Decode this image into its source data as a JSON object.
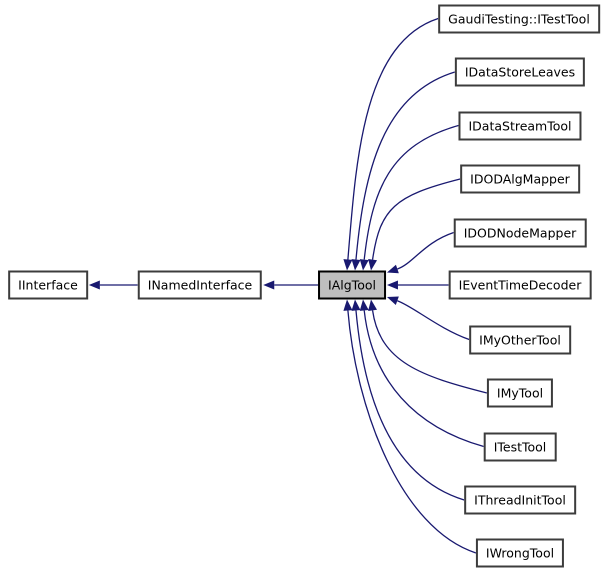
{
  "diagram": {
    "kind": "class-inheritance-graph",
    "arrow_semantics": "arrow points from derived class to base class",
    "colors": {
      "background": "#ffffff",
      "edge": "#191970",
      "node_fill": "#ffffff",
      "node_border": "#3c3c3c",
      "highlight_fill": "#bfbfbf",
      "highlight_border": "#000000",
      "text": "#000000"
    },
    "nodes": [
      {
        "id": "IInterface",
        "label": "IInterface",
        "highlighted": false
      },
      {
        "id": "INamedInterface",
        "label": "INamedInterface",
        "highlighted": false
      },
      {
        "id": "IAlgTool",
        "label": "IAlgTool",
        "highlighted": true
      },
      {
        "id": "GaudiTestingITestTool",
        "label": "GaudiTesting::ITestTool",
        "highlighted": false
      },
      {
        "id": "IDataStoreLeaves",
        "label": "IDataStoreLeaves",
        "highlighted": false
      },
      {
        "id": "IDataStreamTool",
        "label": "IDataStreamTool",
        "highlighted": false
      },
      {
        "id": "IDODAlgMapper",
        "label": "IDODAlgMapper",
        "highlighted": false
      },
      {
        "id": "IDODNodeMapper",
        "label": "IDODNodeMapper",
        "highlighted": false
      },
      {
        "id": "IEventTimeDecoder",
        "label": "IEventTimeDecoder",
        "highlighted": false
      },
      {
        "id": "IMyOtherTool",
        "label": "IMyOtherTool",
        "highlighted": false
      },
      {
        "id": "IMyTool",
        "label": "IMyTool",
        "highlighted": false
      },
      {
        "id": "ITestTool",
        "label": "ITestTool",
        "highlighted": false
      },
      {
        "id": "IThreadInitTool",
        "label": "IThreadInitTool",
        "highlighted": false
      },
      {
        "id": "IWrongTool",
        "label": "IWrongTool",
        "highlighted": false
      }
    ],
    "edges": [
      {
        "from": "INamedInterface",
        "to": "IInterface"
      },
      {
        "from": "IAlgTool",
        "to": "INamedInterface"
      },
      {
        "from": "GaudiTestingITestTool",
        "to": "IAlgTool"
      },
      {
        "from": "IDataStoreLeaves",
        "to": "IAlgTool"
      },
      {
        "from": "IDataStreamTool",
        "to": "IAlgTool"
      },
      {
        "from": "IDODAlgMapper",
        "to": "IAlgTool"
      },
      {
        "from": "IDODNodeMapper",
        "to": "IAlgTool"
      },
      {
        "from": "IEventTimeDecoder",
        "to": "IAlgTool"
      },
      {
        "from": "IMyOtherTool",
        "to": "IAlgTool"
      },
      {
        "from": "IMyTool",
        "to": "IAlgTool"
      },
      {
        "from": "ITestTool",
        "to": "IAlgTool"
      },
      {
        "from": "IThreadInitTool",
        "to": "IAlgTool"
      },
      {
        "from": "IWrongTool",
        "to": "IAlgTool"
      }
    ]
  }
}
